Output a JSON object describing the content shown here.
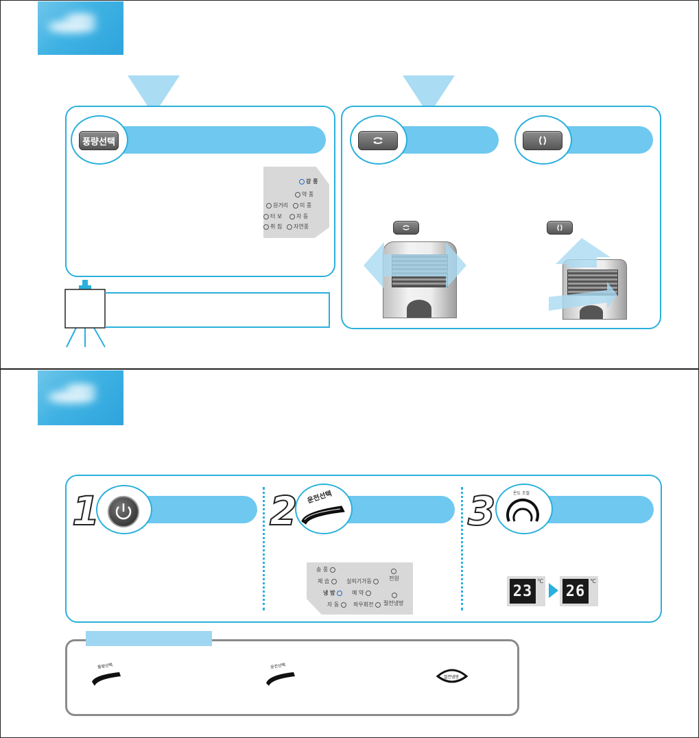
{
  "section1": {
    "fan_speed_button": "풍량선택",
    "fan_panel_labels": [
      "강 풍",
      "약 풍",
      "원거리",
      "미 풍",
      "터 보",
      "자 동",
      "취 침",
      "자연풍"
    ]
  },
  "section2": {
    "step_numbers": [
      "1",
      "2",
      "3"
    ],
    "mode_button_label": "운전선택",
    "mode_panel_labels": [
      "송 풍",
      "제 습",
      "실외기가동",
      "전원",
      "냉 방",
      "예 약",
      "자 동",
      "좌우회전",
      "절전냉방"
    ],
    "temp_from": "23",
    "temp_to": "26",
    "temp_unit": "℃",
    "dial_label": "온도 조절",
    "tips_small_labels": [
      "풍량선택",
      "운전선택",
      "절전냉방"
    ]
  },
  "colors": {
    "accent": "#29b0dc",
    "pill": "#6ec8ef",
    "arrow": "#aadcf3"
  }
}
